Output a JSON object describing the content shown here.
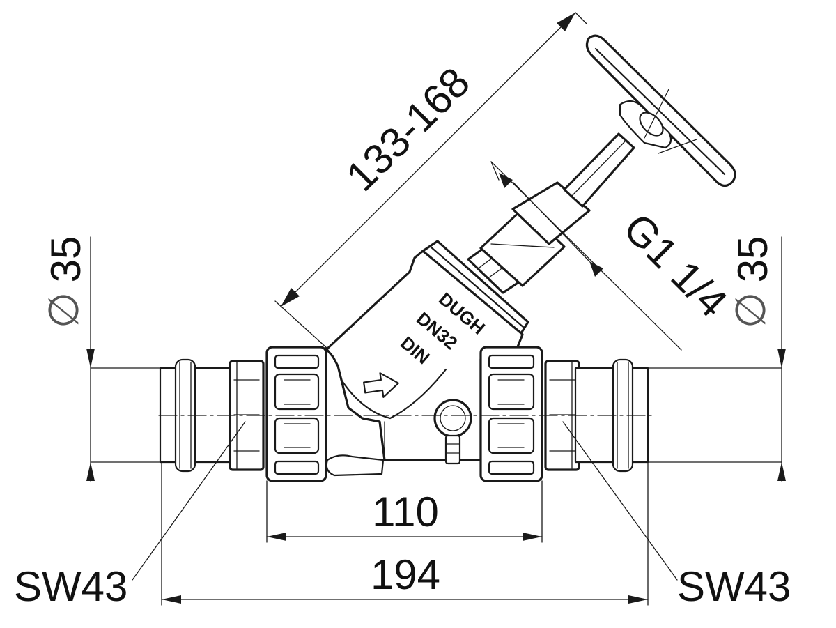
{
  "dimensions": {
    "stem_length": "133-168",
    "thread": "G1 1/4",
    "diameter_left": "35",
    "diameter_right": "35",
    "diameter_symbol": "∅",
    "length_body": "110",
    "length_total": "194",
    "wrench_left": "SW43",
    "wrench_right": "SW43"
  },
  "valve_markings": {
    "brand": "DUGH",
    "nominal": "DN32",
    "standard": "DIN"
  }
}
